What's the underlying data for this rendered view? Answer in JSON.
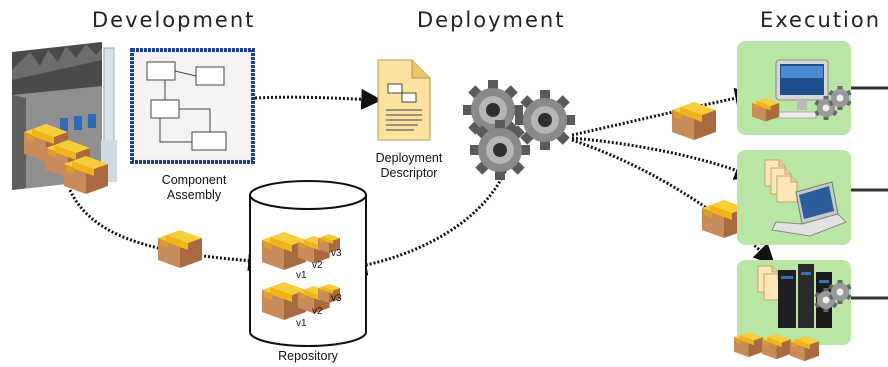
{
  "phases": {
    "development": "Development",
    "deployment": "Deployment",
    "execution": "Execution"
  },
  "labels": {
    "component_assembly_line1": "Component",
    "component_assembly_line2": "Assembly",
    "deployment_descriptor_line1": "Deployment",
    "deployment_descriptor_line2": "Descriptor",
    "repository": "Repository"
  },
  "repository_versions": {
    "upper": [
      "v3",
      "v2",
      "v1"
    ],
    "lower": [
      "v3",
      "v2",
      "v1"
    ]
  },
  "icons": [
    "factory-icon",
    "package-icon",
    "component-assembly-icon",
    "document-icon",
    "gears-icon",
    "database-icon",
    "desktop-computer-icon",
    "laptop-icon",
    "server-rack-icon"
  ],
  "colors": {
    "assembly_border": "#1f3f8f",
    "node_background": "#b9e6a5",
    "package_tan": "#c98b5a",
    "package_yellow": "#f4c21e"
  }
}
